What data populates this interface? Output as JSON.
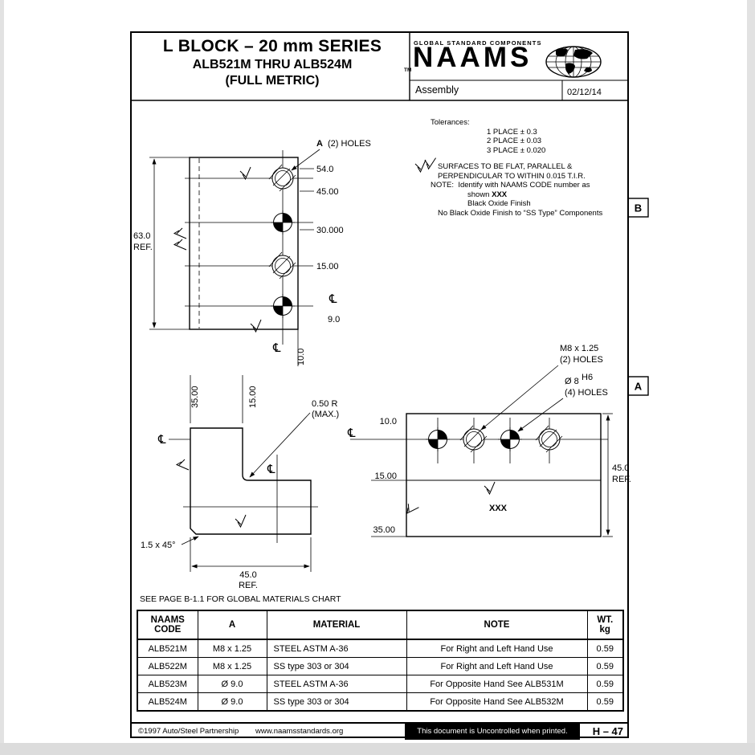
{
  "header": {
    "title_line1": "L BLOCK – 20 mm SERIES",
    "title_line2": "ALB521M THRU ALB524M",
    "title_line3": "(FULL METRIC)",
    "brand_tagline": "GLOBAL STANDARD COMPONENTS",
    "brand_name": "NAAMS",
    "brand_tm": "TM",
    "doc_type": "Assembly",
    "date": "02/12/14"
  },
  "zones": {
    "b": "B",
    "a": "A"
  },
  "notes": {
    "tolerances_title": "Tolerances:",
    "tol_1": "1 PLACE ± 0.3",
    "tol_2": "2 PLACE ± 0.03",
    "tol_3": "3 PLACE ± 0.020",
    "surface_1": "SURFACES TO BE FLAT, PARALLEL &",
    "surface_2": "PERPENDICULAR TO WITHIN 0.015 T.I.R.",
    "note_label": "NOTE:",
    "note_identify": "Identify with NAAMS CODE number as",
    "note_shown": "shown",
    "note_xxx": "XXX",
    "note_finish": "Black Oxide Finish",
    "note_no_finish": "No Black Oxide Finish to “SS Type” Components"
  },
  "symbols": {
    "centerline": "℄"
  },
  "front_view": {
    "callout_a": "A",
    "callout_holes": "(2) HOLES",
    "dim_54": "54.0",
    "dim_45": "45.00",
    "dim_30": "30.000",
    "dim_15": "15.00",
    "dim_9": "9.0",
    "dim_63": "63.0",
    "ref": "REF.",
    "dim_10": "10.0"
  },
  "side_view": {
    "dim_35": "35.00",
    "dim_15": "15.00",
    "radius_1": "0.50 R",
    "radius_2": "(MAX.)",
    "chamfer": "1.5 x 45°",
    "dim_45": "45.0",
    "ref": "REF."
  },
  "top_view": {
    "m8_1": "M8 x 1.25",
    "m8_2": "(2) HOLES",
    "d8_base": "Ø 8",
    "d8_sup": "H6",
    "d8_2": "(4) HOLES",
    "dim_10": "10.0",
    "dim_15": "15.00",
    "dim_35": "35.00",
    "dim_45": "45.0",
    "ref": "REF.",
    "part_mark": "XXX"
  },
  "see_page_note": "SEE PAGE B-1.1 FOR GLOBAL MATERIALS CHART",
  "table": {
    "header": {
      "code_1": "NAAMS",
      "code_2": "CODE",
      "a": "A",
      "material": "MATERIAL",
      "note": "NOTE",
      "wt_1": "WT.",
      "wt_2": "kg"
    },
    "rows": [
      {
        "code": "ALB521M",
        "a": "M8 x 1.25",
        "material": "STEEL ASTM A-36",
        "note": "For Right and Left Hand Use",
        "wt": "0.59"
      },
      {
        "code": "ALB522M",
        "a": "M8 x 1.25",
        "material": "SS type 303 or 304",
        "note": "For Right and Left Hand Use",
        "wt": "0.59"
      },
      {
        "code": "ALB523M",
        "a": "Ø 9.0",
        "material": "STEEL ASTM A-36",
        "note": "For Opposite Hand See ALB531M",
        "wt": "0.59"
      },
      {
        "code": "ALB524M",
        "a": "Ø 9.0",
        "material": "SS type 303 or 304",
        "note": "For Opposite Hand See ALB532M",
        "wt": "0.59"
      }
    ]
  },
  "footer": {
    "copyright": "©1997 Auto/Steel Partnership",
    "website": "www.naamsstandards.org",
    "uncontrolled": "This document is Uncontrolled when printed.",
    "page_number": "H – 47"
  }
}
